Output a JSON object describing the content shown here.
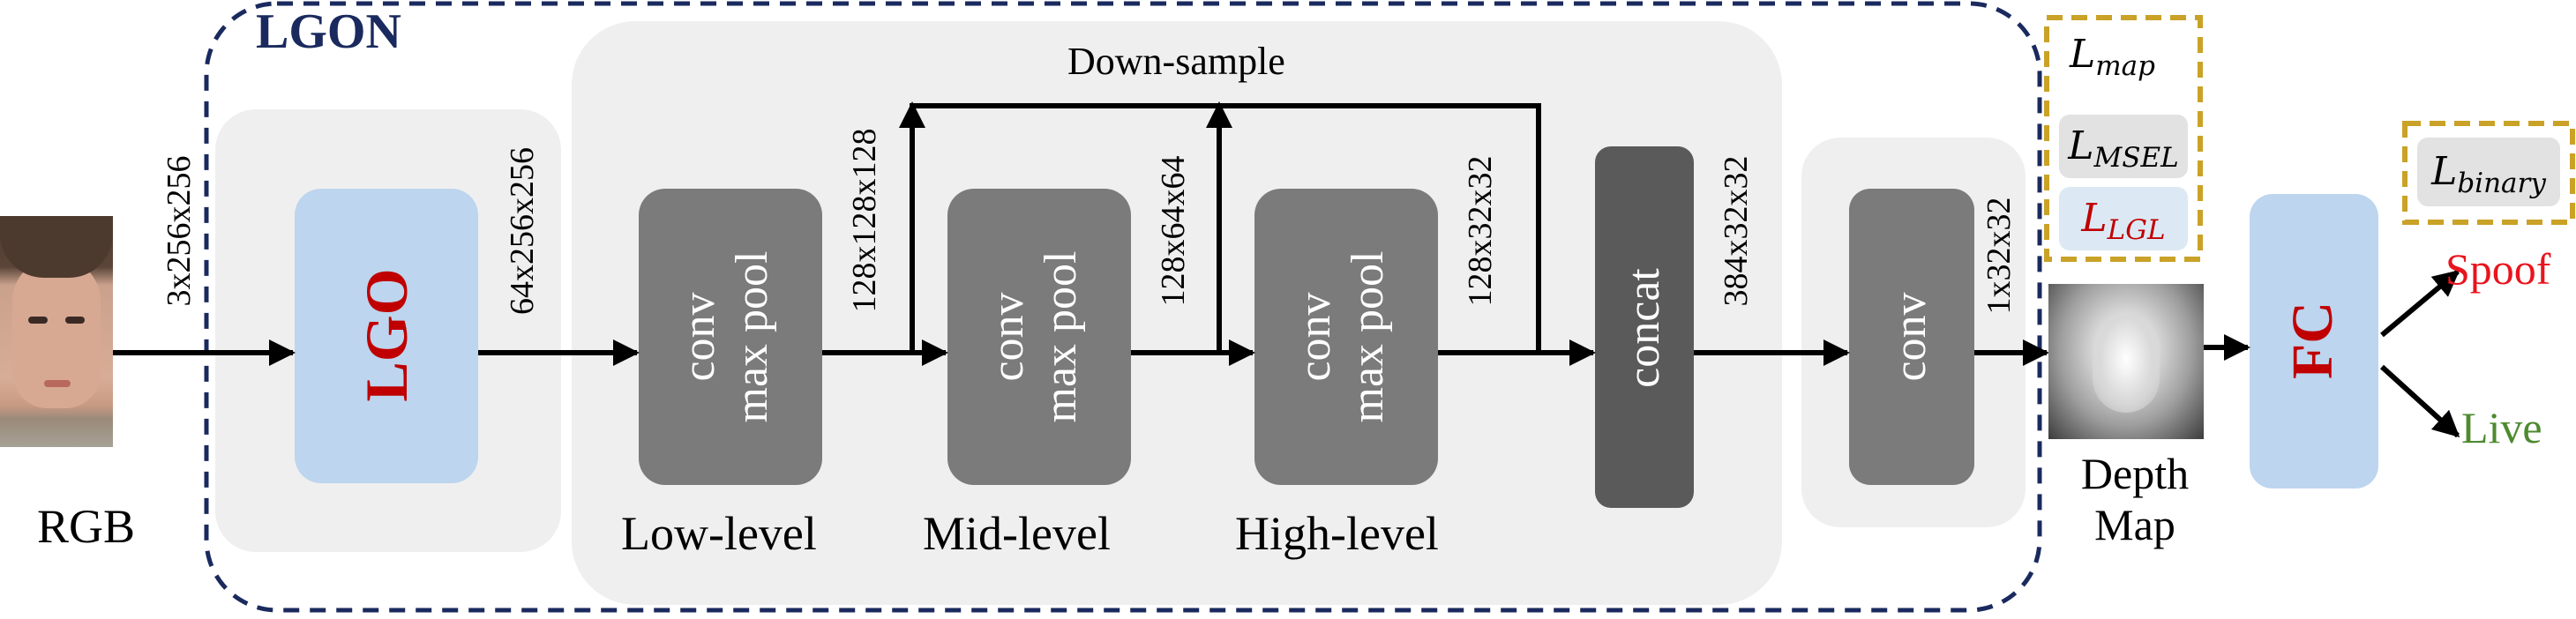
{
  "title": "LGON",
  "input_label": "RGB",
  "lgo_block": "LGO",
  "dims": {
    "d1": "3x256x256",
    "d2": "64x256x256",
    "d3": "128x128x128",
    "d4": "128x64x64",
    "d5": "128x32x32",
    "d6": "384x32x32",
    "d7": "1x32x32"
  },
  "conv_blocks": [
    {
      "line1": "conv",
      "line2": "max pool",
      "stage": "Low-level"
    },
    {
      "line1": "conv",
      "line2": "max pool",
      "stage": "Mid-level"
    },
    {
      "line1": "conv",
      "line2": "max pool",
      "stage": "High-level"
    }
  ],
  "downsample_label": "Down-sample",
  "concat_label": "concat",
  "final_conv_label": "conv",
  "depth_map_label": [
    "Depth",
    "Map"
  ],
  "fc_label": "FC",
  "outputs": {
    "spoof": "Spoof",
    "live": "Live"
  },
  "losses": {
    "map": {
      "main": "L",
      "sub": "map"
    },
    "msel": {
      "main": "L",
      "sub": "MSEL"
    },
    "lgl": {
      "main": "L",
      "sub": "LGL"
    },
    "binary": {
      "main": "L",
      "sub": "binary"
    }
  },
  "colors": {
    "lgon_border": "#1a2a5e",
    "title": "#1a2a5e",
    "light_blue": "#bdd5ee",
    "block_gray": "#7b7b7b",
    "concat_gray": "#5a5a5a",
    "panel_gray": "#efefef",
    "loss_border": "#c9a227",
    "red": "#c00000",
    "spoof": "#e8141e",
    "live": "#4e8a2e"
  }
}
